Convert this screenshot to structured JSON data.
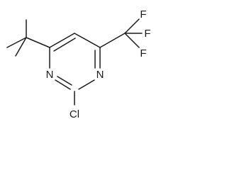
{
  "molecule": {
    "atoms": {
      "n_left": "N",
      "n_right": "N",
      "chlorine": "Cl",
      "f_top": "F",
      "f_right": "F",
      "f_bottom": "F"
    }
  }
}
